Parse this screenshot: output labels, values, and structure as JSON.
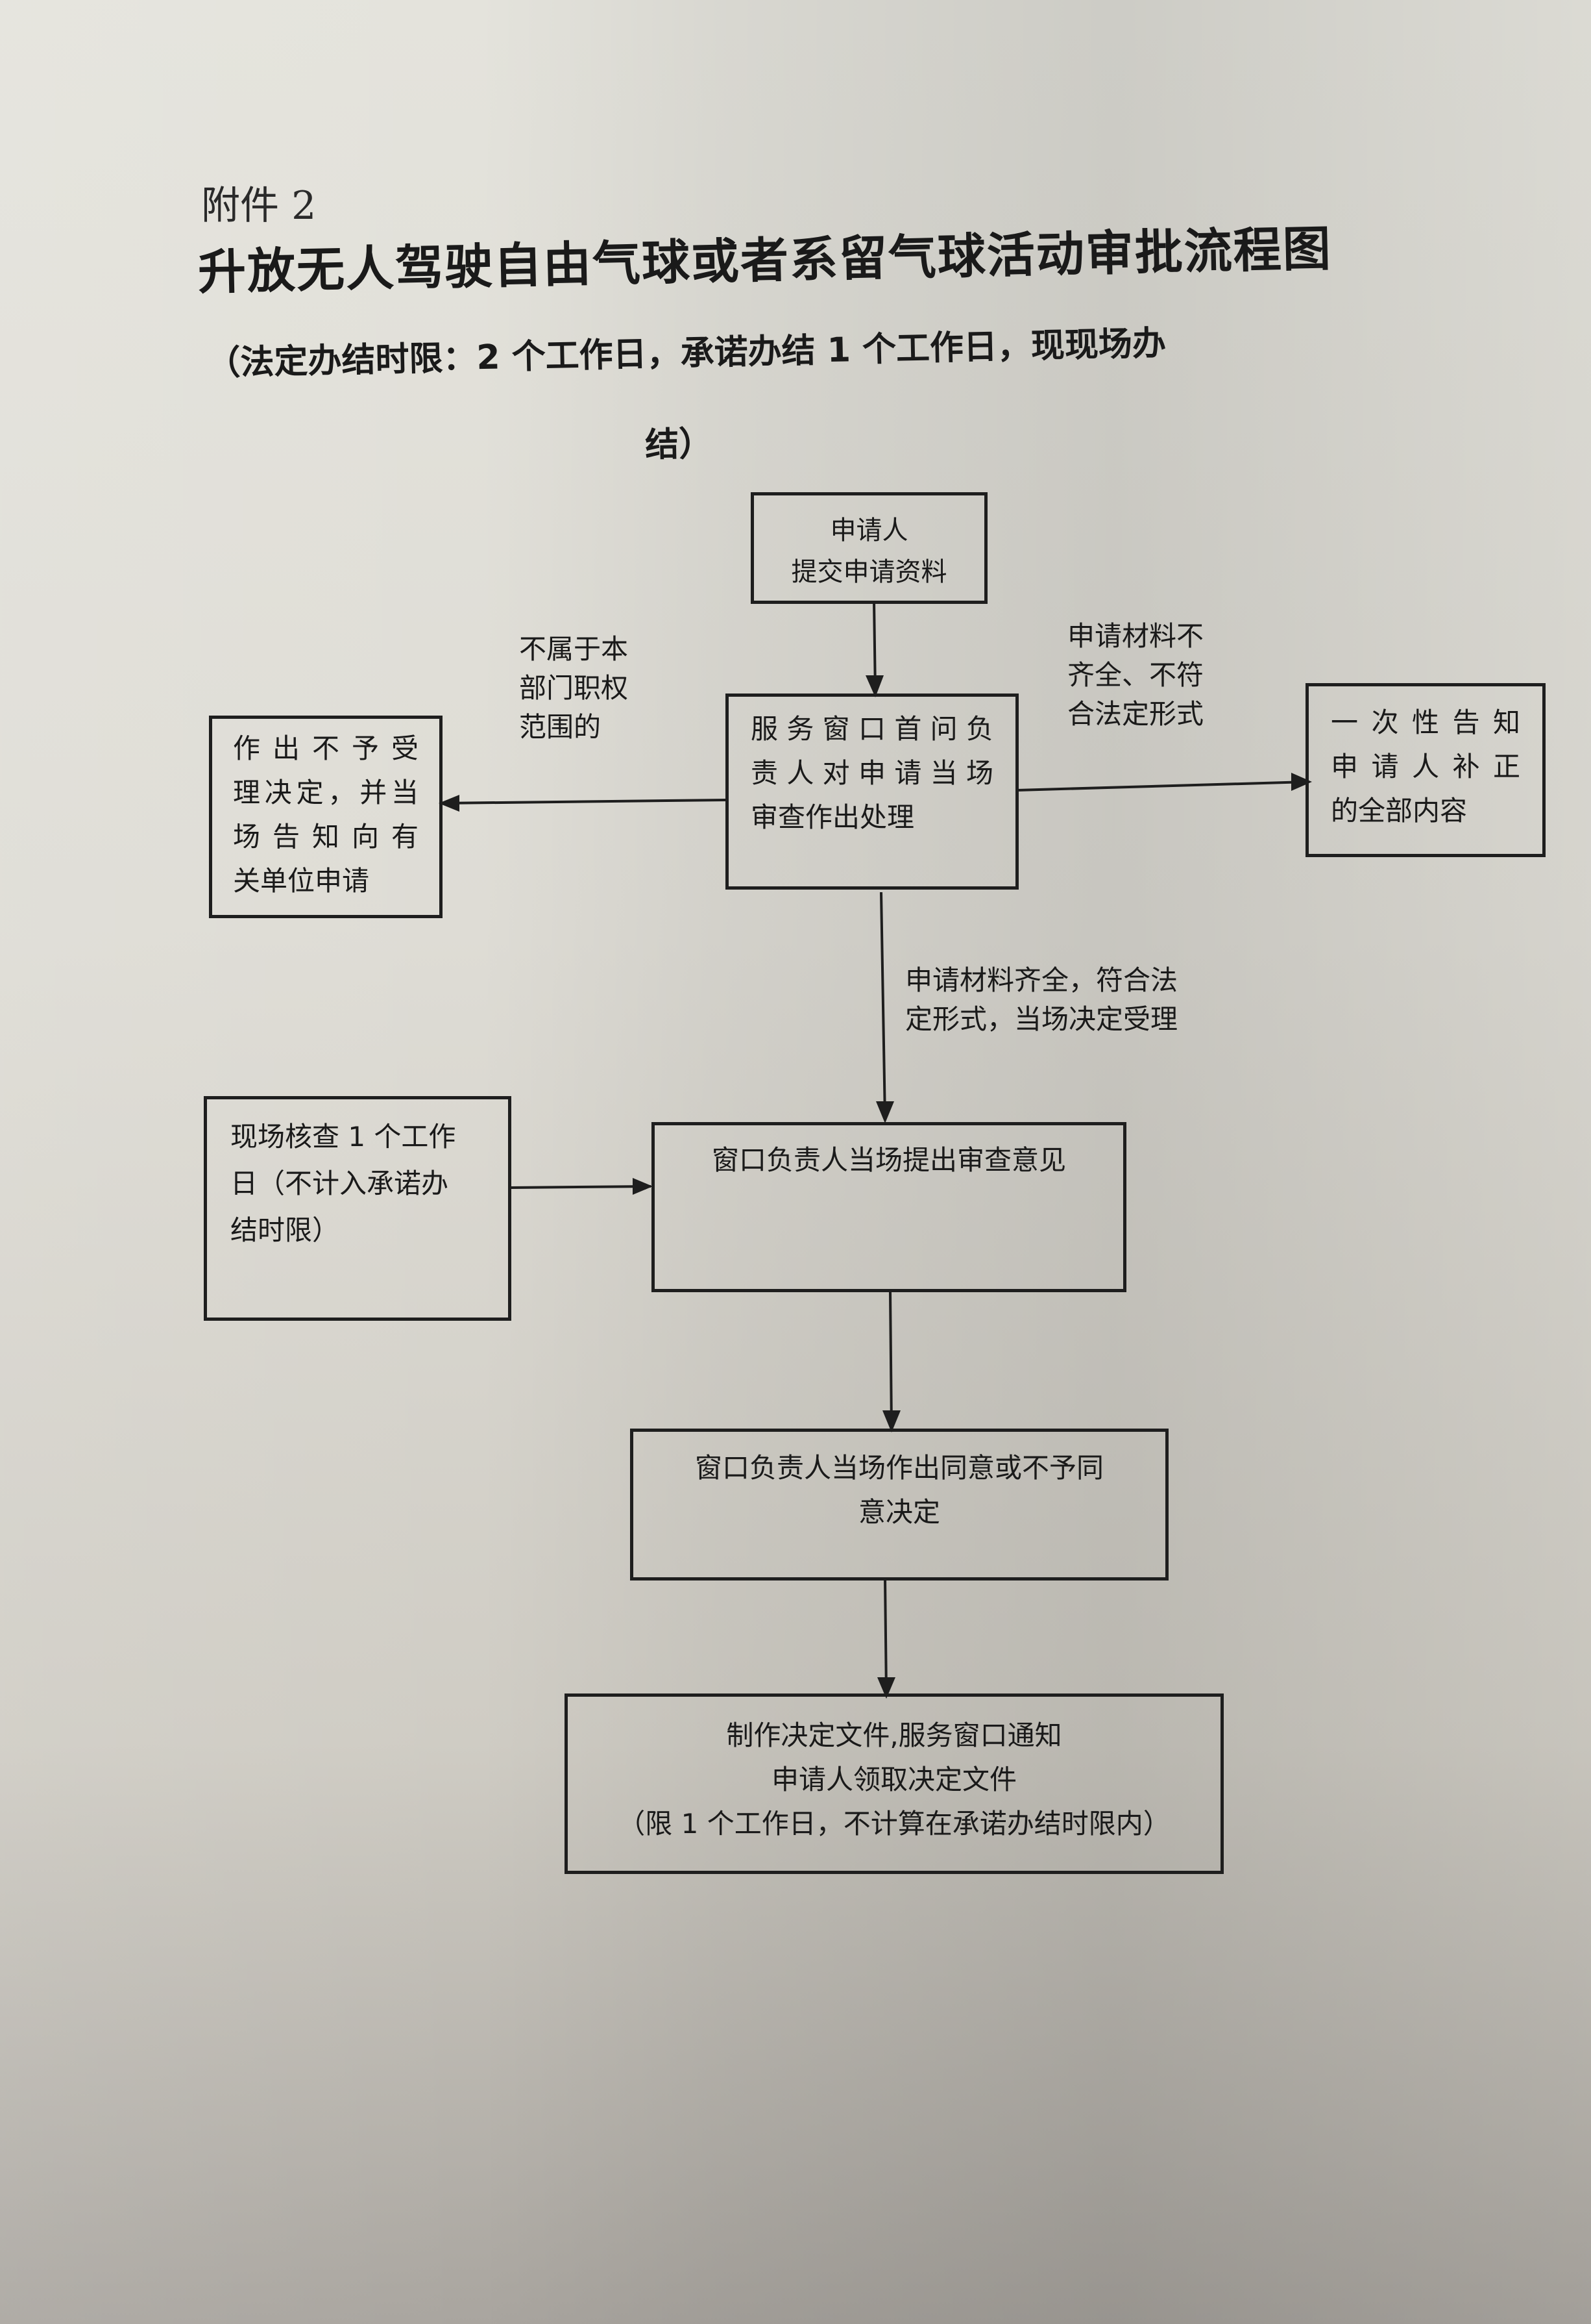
{
  "document": {
    "attachment_label": "附件 2",
    "title": "升放无人驾驶自由气球或者系留气球活动审批流程图",
    "subtitle_line1": "（法定办结时限：2 个工作日，承诺办结 1 个工作日，现现场办",
    "subtitle_line2": "结）"
  },
  "flowchart": {
    "nodes": {
      "apply": {
        "lines": [
          "申请人",
          "提交申请资料"
        ]
      },
      "window_review": {
        "lines": [
          "服务窗口首问负",
          "责人对申请当场",
          "审查作出处理"
        ]
      },
      "reject": {
        "lines": [
          "作出不予受",
          "理决定，并当",
          "场告知向有",
          "关单位申请"
        ]
      },
      "notify_correction": {
        "lines": [
          "一次性告知",
          "申请人补正",
          "的全部内容"
        ]
      },
      "site_check": {
        "lines": [
          "现场核查 1 个工作",
          "日（不计入承诺办",
          "结时限）"
        ]
      },
      "review_opinion": {
        "lines": [
          "窗口负责人当场提出审查意见"
        ]
      },
      "decision": {
        "lines": [
          "窗口负责人当场作出同意或不予同",
          "意决定"
        ]
      },
      "issue_document": {
        "lines": [
          "制作决定文件,服务窗口通知",
          "申请人领取决定文件",
          "（限 1 个工作日，不计算在承诺办结时限内）"
        ]
      }
    },
    "edge_labels": {
      "not_in_scope": "不属于本\n部门职权\n范围的",
      "incomplete": "申请材料不\n齐全、不符\n合法定形式",
      "complete": "申请材料齐全，符合法\n定形式，当场决定受理"
    }
  }
}
